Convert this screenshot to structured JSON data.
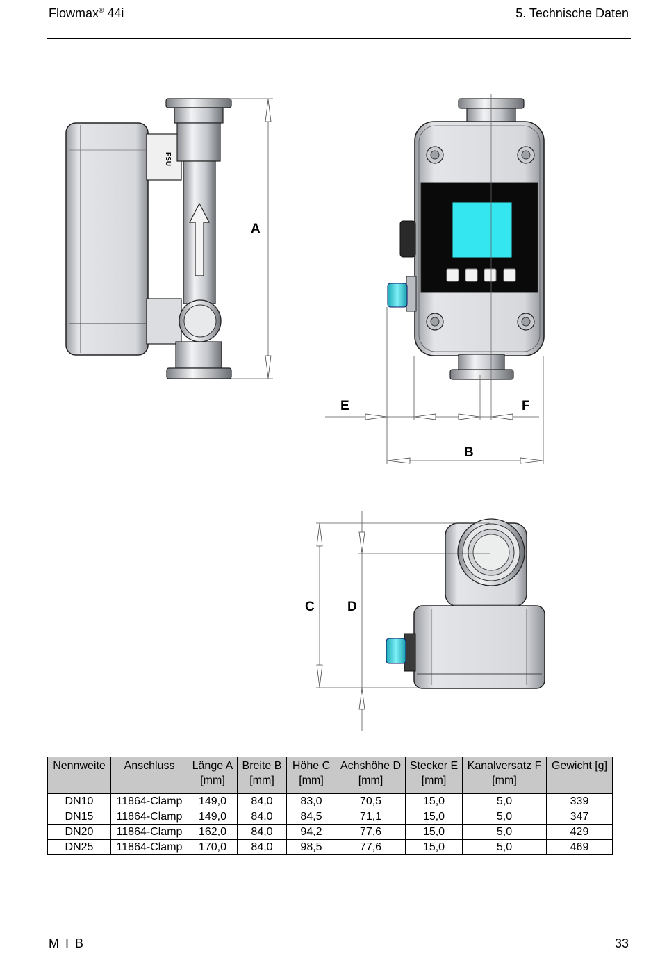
{
  "header": {
    "product": "Flowmax",
    "registered": "®",
    "model": "44i",
    "section": "5. Technische Daten"
  },
  "drawing_labels": {
    "A": "A",
    "B": "B",
    "C": "C",
    "D": "D",
    "E": "E",
    "F": "F",
    "side_marking": "FSU"
  },
  "colors": {
    "housing": "#d4d6da",
    "display_panel": "#0a0a0a",
    "screen": "#33e6f0",
    "connector": "#4dd8e6",
    "header_bg": "#c8c8c8"
  },
  "table": {
    "columns": [
      {
        "name": "Nennweite",
        "unit": ""
      },
      {
        "name": "Anschluss",
        "unit": ""
      },
      {
        "name": "Länge A",
        "unit": "[mm]"
      },
      {
        "name": "Breite B",
        "unit": "[mm]"
      },
      {
        "name": "Höhe C",
        "unit": "[mm]"
      },
      {
        "name": "Achshöhe D",
        "unit": "[mm]"
      },
      {
        "name": "Stecker E",
        "unit": "[mm]"
      },
      {
        "name": "Kanalversatz F",
        "unit": "[mm]"
      },
      {
        "name": "Gewicht [g]",
        "unit": ""
      }
    ],
    "rows": [
      [
        "DN10",
        "11864-Clamp",
        "149,0",
        "84,0",
        "83,0",
        "70,5",
        "15,0",
        "5,0",
        "339"
      ],
      [
        "DN15",
        "11864-Clamp",
        "149,0",
        "84,0",
        "84,5",
        "71,1",
        "15,0",
        "5,0",
        "347"
      ],
      [
        "DN20",
        "11864-Clamp",
        "162,0",
        "84,0",
        "94,2",
        "77,6",
        "15,0",
        "5,0",
        "429"
      ],
      [
        "DN25",
        "11864-Clamp",
        "170,0",
        "84,0",
        "98,5",
        "77,6",
        "15,0",
        "5,0",
        "469"
      ]
    ]
  },
  "footer": {
    "left": "M I B",
    "page": "33"
  }
}
